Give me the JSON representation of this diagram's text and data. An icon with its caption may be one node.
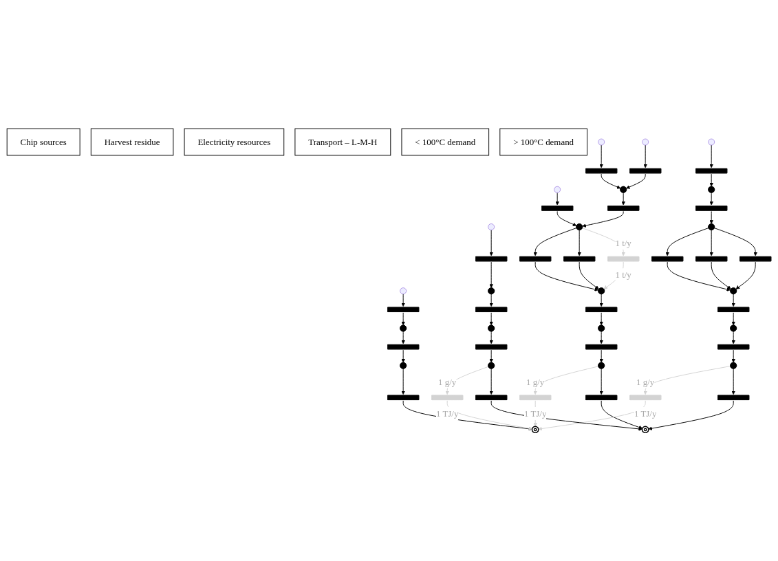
{
  "diagram": {
    "nodes": [
      {
        "text": [
          "Chip sources"
        ]
      },
      {
        "text": [
          "Harvest residue"
        ]
      },
      {
        "text": [
          "Electricity resources"
        ]
      },
      {
        "text": [
          "Transport – L-M-H"
        ]
      },
      {
        "text": [
          "< 100°C demand"
        ]
      },
      {
        "text": [
          "> 100°C demand"
        ]
      },
      {
        "text": [],
        "shape": "circle"
      },
      {
        "text": [],
        "shape": "circle"
      },
      {
        "text": [],
        "shape": "circle"
      },
      {
        "text": [],
        "shape": "circle"
      },
      {
        "text": [],
        "shape": "circle"
      },
      {
        "text": [],
        "shape": "circle"
      },
      {
        "text": [],
        "shape": "bar"
      },
      {
        "text": [],
        "shape": "bar"
      },
      {
        "text": [],
        "shape": "bar"
      },
      {
        "text": [],
        "shape": "bar"
      },
      {
        "text": [],
        "shape": "bar"
      },
      {
        "text": [],
        "shape": "circle"
      },
      {
        "text": [],
        "shape": "circle"
      },
      {
        "text": [],
        "shape": "circle"
      },
      {
        "text": [],
        "shape": "circle"
      },
      {
        "text": [],
        "shape": "bar"
      },
      {
        "text": [],
        "shape": "bar"
      },
      {
        "text": [],
        "shape": "bar"
      },
      {
        "text": [],
        "shape": "bar"
      },
      {
        "text": [],
        "shape": "bar"
      },
      {
        "text": [],
        "shape": "circle"
      },
      {
        "text": [],
        "shape": "circle"
      },
      {
        "text": [],
        "shape": "circle"
      },
      {
        "text": [],
        "shape": "circle"
      },
      {
        "text": [],
        "shape": "bar"
      },
      {
        "text": [],
        "shape": "bar"
      },
      {
        "text": [],
        "shape": "bar"
      },
      {
        "text": [],
        "shape": "bar"
      },
      {
        "text": [],
        "shape": "bar"
      },
      {
        "text": [],
        "shape": "bar"
      },
      {
        "text": [],
        "shape": "circle"
      },
      {
        "text": [],
        "shape": "circle"
      },
      {
        "text": [],
        "shape": "bar"
      },
      {
        "text": [],
        "shape": "bar"
      },
      {
        "text": [],
        "shape": "circle"
      },
      {
        "text": [],
        "shape": "circle"
      },
      {
        "text": [],
        "shape": "bar"
      },
      {
        "text": [],
        "shape": "bar"
      },
      {
        "text": [],
        "shape": "bar"
      },
      {
        "text": [],
        "shape": "bar"
      },
      {
        "text": [],
        "shape": "circle"
      },
      {
        "text": [],
        "shape": "circle"
      },
      {
        "text": [],
        "shape": "circle"
      },
      {
        "text": [],
        "shape": "bar"
      },
      {
        "text": [],
        "shape": "bar"
      },
      {
        "text": [],
        "shape": "bar"
      },
      {
        "text": [],
        "shape": "bar"
      },
      {
        "text": [],
        "shape": "bar"
      },
      {
        "text": [],
        "shape": "bar"
      },
      {
        "text": [],
        "shape": "circle"
      },
      {
        "text": [],
        "shape": "circle"
      }
    ],
    "edges": [
      {
        "from": 6,
        "to": 21,
        "arrow": "to"
      },
      {
        "from": 7,
        "to": 12,
        "arrow": "to"
      },
      {
        "from": 8,
        "to": 13,
        "arrow": "to"
      },
      {
        "from": 12,
        "to": 17,
        "arrow": "to"
      },
      {
        "from": 13,
        "to": 17,
        "arrow": "to"
      },
      {
        "from": 17,
        "to": 22,
        "arrow": "to"
      },
      {
        "from": 21,
        "to": 26,
        "arrow": "to"
      },
      {
        "from": 22,
        "to": 26,
        "arrow": "to"
      },
      {
        "from": 26,
        "to": 30,
        "arrow": "to"
      },
      {
        "from": 26,
        "to": 31,
        "arrow": "to"
      },
      {
        "from": 26,
        "to": 32,
        "arrow": "to",
        "label": "1 t/y",
        "color": "#d3d3d3"
      },
      {
        "from": 30,
        "to": 36,
        "arrow": "to"
      },
      {
        "from": 31,
        "to": 36,
        "arrow": "to"
      },
      {
        "from": 32,
        "to": 36,
        "arrow": "to",
        "label": "1 t/y",
        "color": "#d3d3d3"
      },
      {
        "from": 36,
        "to": 38,
        "arrow": "to"
      },
      {
        "from": 38,
        "to": 40,
        "arrow": "to"
      },
      {
        "from": 40,
        "to": 42,
        "arrow": "to"
      },
      {
        "from": 42,
        "to": 46,
        "arrow": "to"
      },
      {
        "from": 46,
        "to": 49,
        "arrow": "to",
        "label": "1 g/y",
        "color": "#d3d3d3"
      },
      {
        "from": 46,
        "to": 50,
        "arrow": "to"
      },
      {
        "from": 49,
        "to": 55,
        "arrow": "to",
        "label": "1 TJ/y",
        "color": "#d3d3d3"
      },
      {
        "from": 50,
        "to": 56,
        "arrow": "to"
      },
      {
        "from": 9,
        "to": 14,
        "arrow": "to"
      },
      {
        "from": 14,
        "to": 18,
        "arrow": "to"
      },
      {
        "from": 18,
        "to": 23,
        "arrow": "to"
      },
      {
        "from": 23,
        "to": 27,
        "arrow": "to"
      },
      {
        "from": 27,
        "to": 33,
        "arrow": "to"
      },
      {
        "from": 27,
        "to": 34,
        "arrow": "to"
      },
      {
        "from": 27,
        "to": 35,
        "arrow": "to"
      },
      {
        "from": 33,
        "to": 37,
        "arrow": "to"
      },
      {
        "from": 34,
        "to": 37,
        "arrow": "to"
      },
      {
        "from": 35,
        "to": 37,
        "arrow": "to"
      },
      {
        "from": 37,
        "to": 39,
        "arrow": "to"
      },
      {
        "from": 39,
        "to": 41,
        "arrow": "to"
      },
      {
        "from": 41,
        "to": 43,
        "arrow": "to"
      },
      {
        "from": 43,
        "to": 47,
        "arrow": "to"
      },
      {
        "from": 47,
        "to": 51,
        "arrow": "to",
        "label": "1 g/y",
        "color": "#d3d3d3"
      },
      {
        "from": 47,
        "to": 52,
        "arrow": "to"
      },
      {
        "from": 51,
        "to": 55,
        "arrow": "to",
        "label": "1 TJ/y",
        "color": "#d3d3d3"
      },
      {
        "from": 52,
        "to": 56,
        "arrow": "to"
      },
      {
        "from": 10,
        "to": 15,
        "arrow": "to"
      },
      {
        "from": 15,
        "to": 19,
        "arrow": "to"
      },
      {
        "from": 19,
        "to": 24,
        "arrow": "to"
      },
      {
        "from": 24,
        "to": 28,
        "arrow": "to"
      },
      {
        "from": 28,
        "to": 44,
        "arrow": "to"
      },
      {
        "from": 44,
        "to": 55,
        "arrow": "to"
      },
      {
        "from": 11,
        "to": 16,
        "arrow": "to"
      },
      {
        "from": 16,
        "to": 20,
        "arrow": "to"
      },
      {
        "from": 20,
        "to": 25,
        "arrow": "to"
      },
      {
        "from": 25,
        "to": 29,
        "arrow": "to"
      },
      {
        "from": 29,
        "to": 45,
        "arrow": "to"
      },
      {
        "from": 45,
        "to": 48,
        "arrow": "to"
      },
      {
        "from": 48,
        "to": 53,
        "arrow": "to",
        "label": "1 g/y",
        "color": "#d3d3d3"
      },
      {
        "from": 48,
        "to": 54,
        "arrow": "to"
      },
      {
        "from": 53,
        "to": 55,
        "arrow": "to",
        "label": "1 TJ/y",
        "color": "#d3d3d3"
      },
      {
        "from": 54,
        "to": 56,
        "arrow": "to"
      }
    ]
  }
}
